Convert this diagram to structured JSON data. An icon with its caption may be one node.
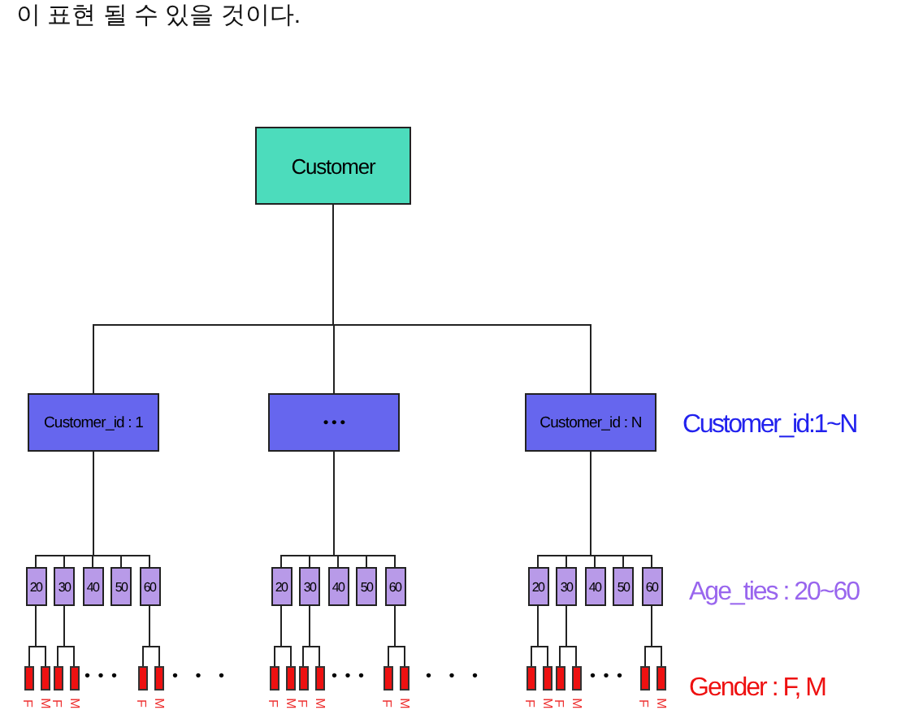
{
  "diagram": {
    "nodes": [
      {
        "text": [
          "Customer"
        ]
      },
      {
        "text": [
          "Customer_id : 1"
        ]
      },
      {
        "text": [
          "• • •"
        ]
      },
      {
        "text": [
          "Customer_id : N"
        ]
      },
      {
        "text": [
          "20"
        ]
      },
      {
        "text": [
          "30"
        ]
      },
      {
        "text": [
          "40"
        ]
      },
      {
        "text": [
          "50"
        ]
      },
      {
        "text": [
          "60"
        ]
      },
      {
        "text": [
          "20"
        ]
      },
      {
        "text": [
          "30"
        ]
      },
      {
        "text": [
          "40"
        ]
      },
      {
        "text": [
          "50"
        ]
      },
      {
        "text": [
          "60"
        ]
      },
      {
        "text": [
          "20"
        ]
      },
      {
        "text": [
          "30"
        ]
      },
      {
        "text": [
          "40"
        ]
      },
      {
        "text": [
          "50"
        ]
      },
      {
        "text": [
          "60"
        ]
      },
      {
        "text": [
          "F"
        ]
      },
      {
        "text": [
          "M"
        ]
      },
      {
        "text": [
          "F"
        ]
      },
      {
        "text": [
          "M"
        ]
      },
      {
        "text": [
          "F"
        ]
      },
      {
        "text": [
          "M"
        ]
      },
      {
        "text": [
          "F"
        ]
      },
      {
        "text": [
          "M"
        ]
      },
      {
        "text": [
          "F"
        ]
      },
      {
        "text": [
          "M"
        ]
      },
      {
        "text": [
          "F"
        ]
      },
      {
        "text": [
          "M"
        ]
      },
      {
        "text": [
          "F"
        ]
      },
      {
        "text": [
          "M"
        ]
      },
      {
        "text": [
          "F"
        ]
      },
      {
        "text": [
          "M"
        ]
      },
      {
        "text": [
          "F"
        ]
      },
      {
        "text": [
          "M"
        ]
      }
    ],
    "edges": [
      {
        "from": 0,
        "to": 1,
        "arrow": "none"
      },
      {
        "from": 0,
        "to": 2,
        "arrow": "none"
      },
      {
        "from": 0,
        "to": 3,
        "arrow": "none"
      },
      {
        "from": 1,
        "to": 4,
        "arrow": "none"
      },
      {
        "from": 1,
        "to": 5,
        "arrow": "none"
      },
      {
        "from": 1,
        "to": 6,
        "arrow": "none"
      },
      {
        "from": 1,
        "to": 7,
        "arrow": "none"
      },
      {
        "from": 1,
        "to": 8,
        "arrow": "none"
      },
      {
        "from": 2,
        "to": 9,
        "arrow": "none"
      },
      {
        "from": 2,
        "to": 10,
        "arrow": "none"
      },
      {
        "from": 2,
        "to": 11,
        "arrow": "none"
      },
      {
        "from": 2,
        "to": 12,
        "arrow": "none"
      },
      {
        "from": 2,
        "to": 13,
        "arrow": "none"
      },
      {
        "from": 3,
        "to": 14,
        "arrow": "none"
      },
      {
        "from": 3,
        "to": 15,
        "arrow": "none"
      },
      {
        "from": 3,
        "to": 16,
        "arrow": "none"
      },
      {
        "from": 3,
        "to": 17,
        "arrow": "none"
      },
      {
        "from": 3,
        "to": 18,
        "arrow": "none"
      },
      {
        "from": 4,
        "to": 19,
        "arrow": "none"
      },
      {
        "from": 4,
        "to": 20,
        "arrow": "none"
      },
      {
        "from": 5,
        "to": 21,
        "arrow": "none"
      },
      {
        "from": 5,
        "to": 22,
        "arrow": "none"
      },
      {
        "from": 8,
        "to": 23,
        "arrow": "none"
      },
      {
        "from": 8,
        "to": 24,
        "arrow": "none"
      },
      {
        "from": 9,
        "to": 25,
        "arrow": "none"
      },
      {
        "from": 9,
        "to": 26,
        "arrow": "none"
      },
      {
        "from": 10,
        "to": 27,
        "arrow": "none"
      },
      {
        "from": 10,
        "to": 28,
        "arrow": "none"
      },
      {
        "from": 13,
        "to": 29,
        "arrow": "none"
      },
      {
        "from": 13,
        "to": 30,
        "arrow": "none"
      },
      {
        "from": 14,
        "to": 31,
        "arrow": "none"
      },
      {
        "from": 14,
        "to": 32,
        "arrow": "none"
      },
      {
        "from": 15,
        "to": 33,
        "arrow": "none"
      },
      {
        "from": 15,
        "to": 34,
        "arrow": "none"
      },
      {
        "from": 18,
        "to": 35,
        "arrow": "none"
      },
      {
        "from": 18,
        "to": 36,
        "arrow": "none"
      }
    ],
    "labels": [
      "이 표현 될 수 있을 것이다.",
      "Customer_id:1~N",
      "Age_ties : 20~60",
      "• • •",
      "• • •",
      "• • •",
      "• • •",
      "• • •",
      "Gender : F, M"
    ]
  }
}
